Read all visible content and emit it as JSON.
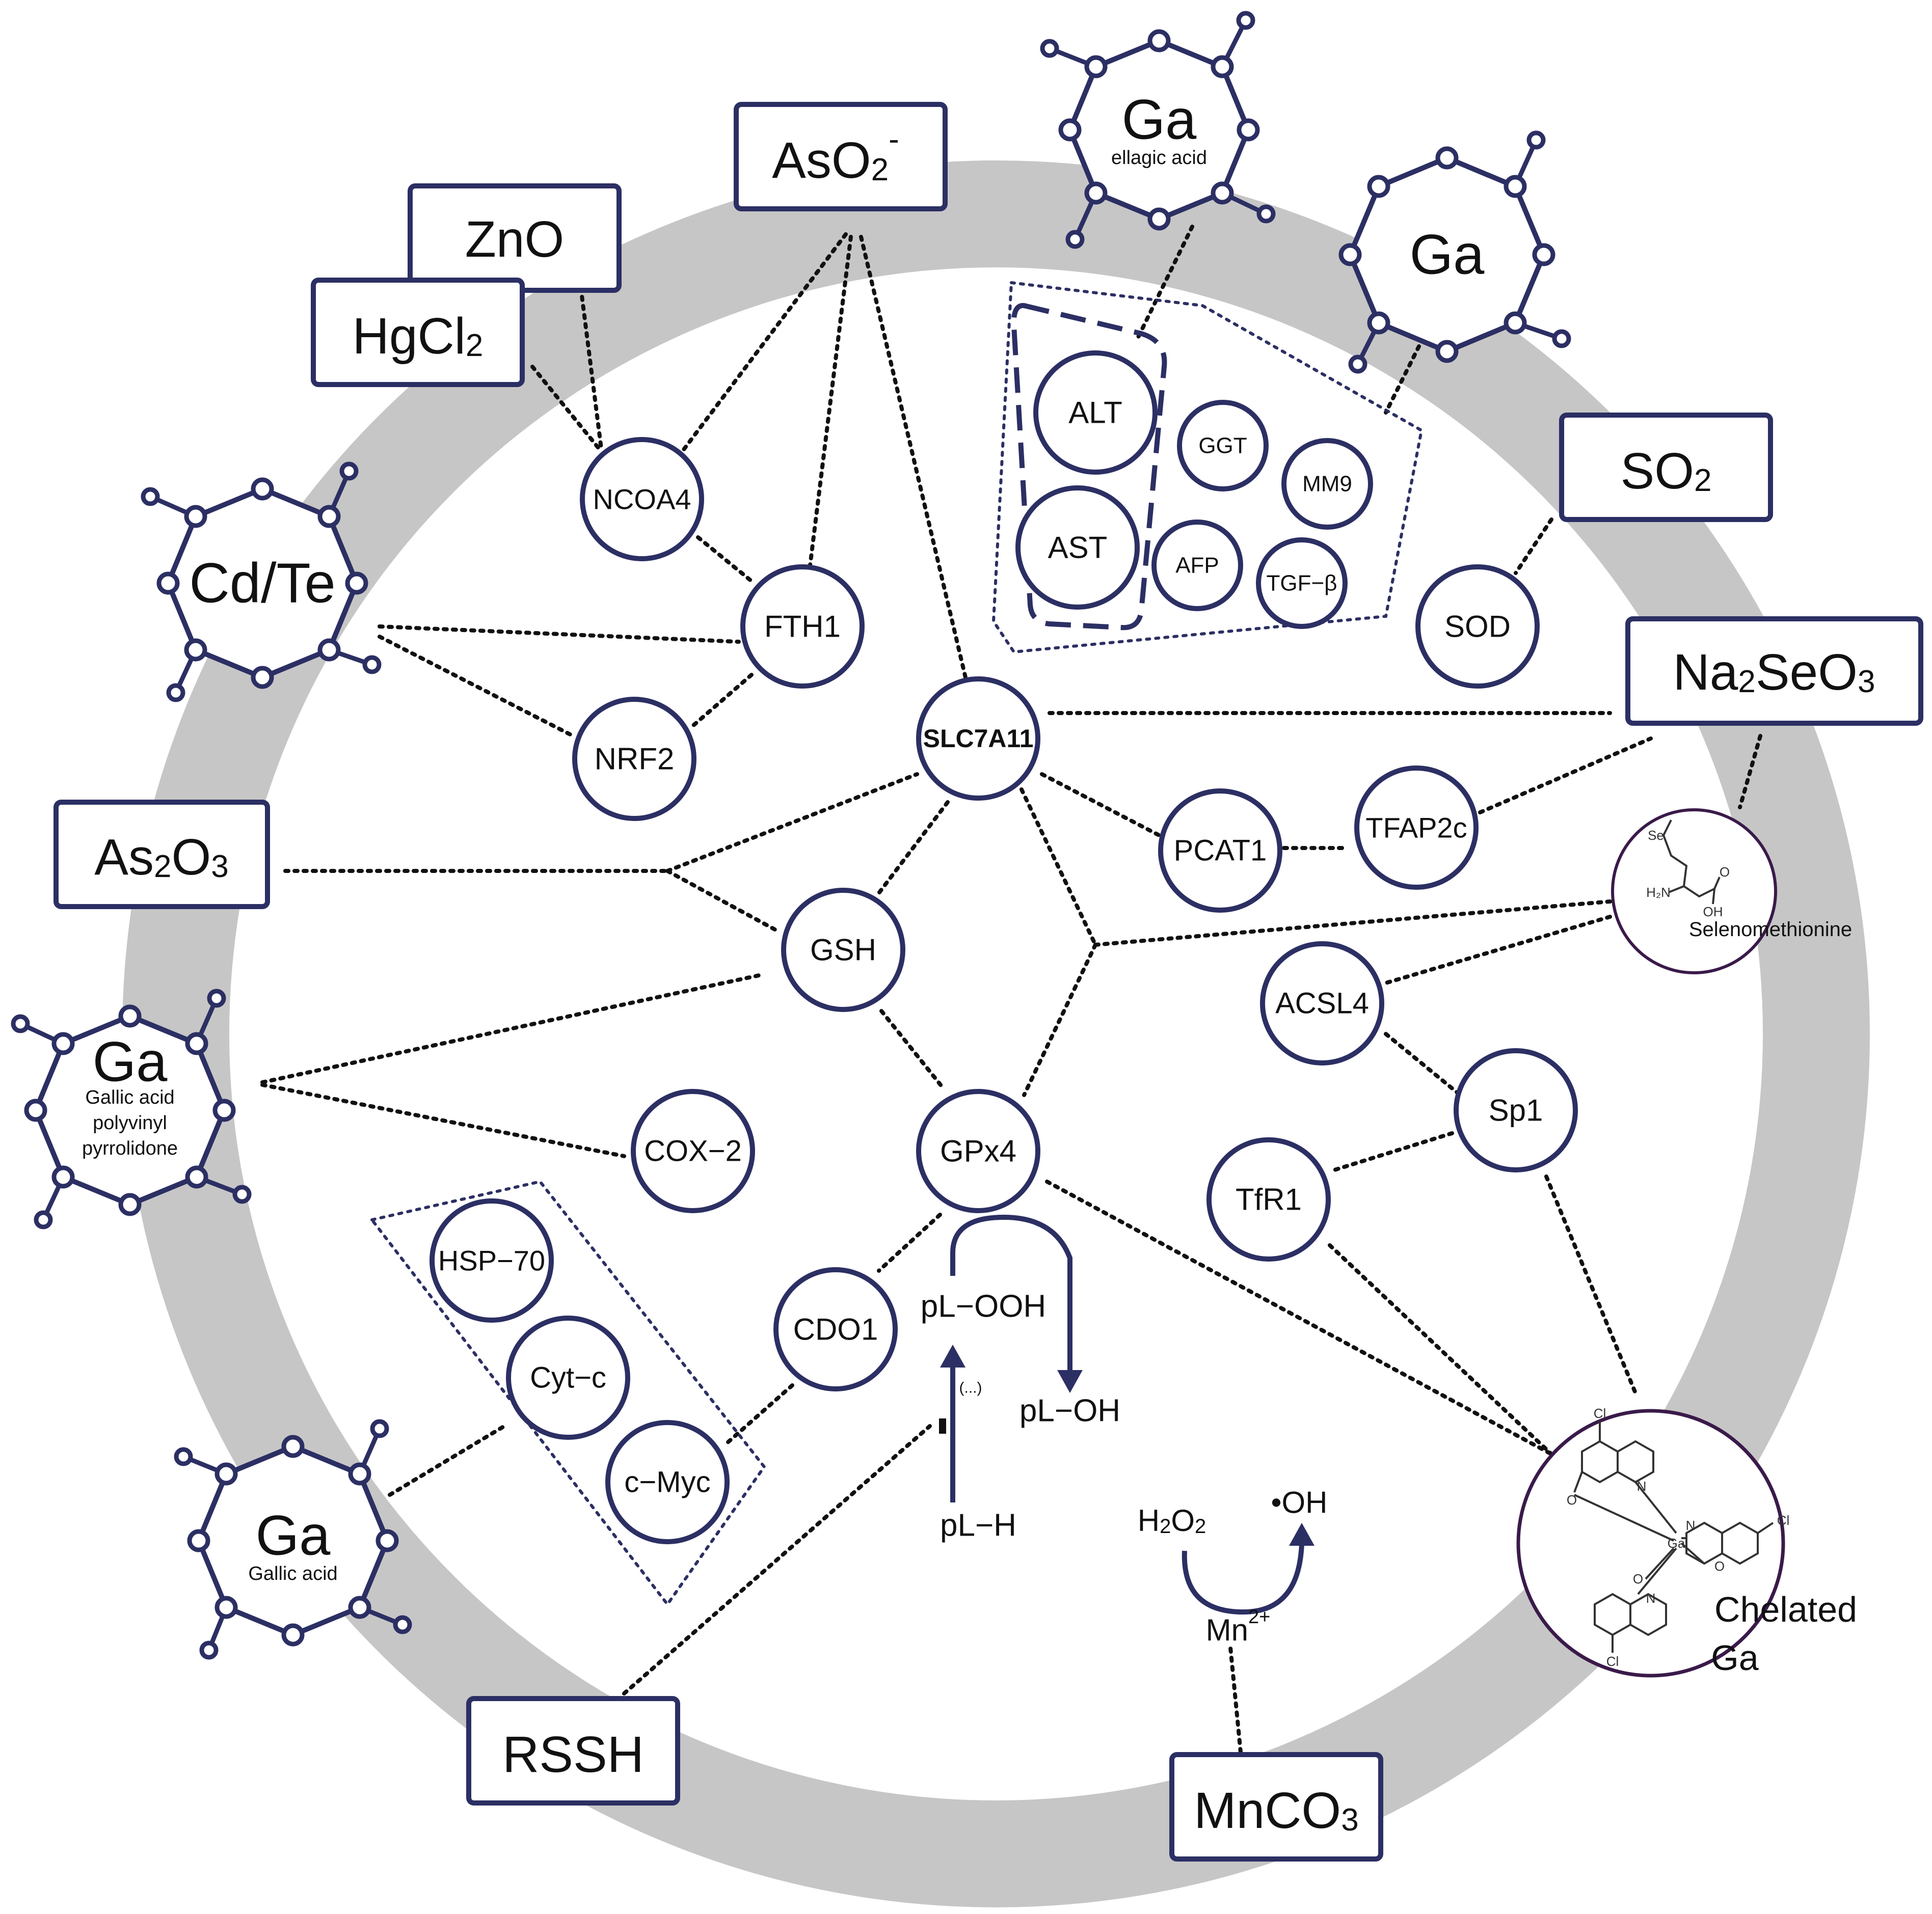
{
  "boxes": {
    "aso2": "AsO",
    "aso2_sub": "2",
    "aso2_sup": "-",
    "zno": "ZnO",
    "hgcl2": "HgCl",
    "hgcl2_sub": "2",
    "so2": "SO",
    "so2_sub": "2",
    "na2seo3_a": "Na",
    "na2seo3_b": "2",
    "na2seo3_c": "SeO",
    "na2seo3_d": "3",
    "as2o3_a": "As",
    "as2o3_b": "2",
    "as2o3_c": "O",
    "as2o3_d": "3",
    "rssh": "RSSH",
    "mnco3_a": "MnCO",
    "mnco3_b": "3"
  },
  "nodes": {
    "ncoa4": "NCOA4",
    "fth1": "FTH1",
    "nrf2": "NRF2",
    "slc7a11": "SLC7A11",
    "gsh": "GSH",
    "gpx4": "GPx4",
    "cox2": "COX−2",
    "cdo1": "CDO1",
    "hsp70": "HSP−70",
    "cytc": "Cyt−c",
    "cmyc": "c−Myc",
    "alt": "ALT",
    "ast": "AST",
    "ggt": "GGT",
    "mm9": "MM9",
    "afp": "AFP",
    "tgfb": "TGF−β",
    "sod": "SOD",
    "pcat1": "PCAT1",
    "tfap2c": "TFAP2c",
    "acsl4": "ACSL4",
    "sp1": "Sp1",
    "tfr1": "TfR1"
  },
  "molecules": {
    "ga_ellagic": "Ga",
    "ga_ellagic_sub": "ellagic acid",
    "ga_top": "Ga",
    "cdte": "Cd/Te",
    "ga_gallic_pvp": "Ga",
    "ga_gallic_pvp_l1": "Gallic acid",
    "ga_gallic_pvp_l2": "polyvinyl",
    "ga_gallic_pvp_l3": "pyrrolidone",
    "ga_gallic": "Ga",
    "ga_gallic_sub": "Gallic acid",
    "selenomethionine": "Selenomethionine",
    "chelated_l1": "Chelated",
    "chelated_l2": "Ga"
  },
  "reactions": {
    "pl_ooh": "pL−OOH",
    "pl_oh": "pL−OH",
    "pl_h": "pL−H",
    "ellipsis": "(...)",
    "h2o2_a": "H",
    "h2o2_b": "2",
    "h2o2_c": "O",
    "h2o2_d": "2",
    "oh_radical": "•OH",
    "mn": "Mn",
    "mn_sup": "2+"
  },
  "chem_atoms": {
    "se": "Se",
    "h2n": "H₂N",
    "o": "O",
    "oh": "OH",
    "cl": "Cl",
    "n": "N",
    "ga": "Ga"
  },
  "colors": {
    "outline": "#2c2f63",
    "ring": "#c6c6c6",
    "chelated_border": "#3a1a4a"
  }
}
